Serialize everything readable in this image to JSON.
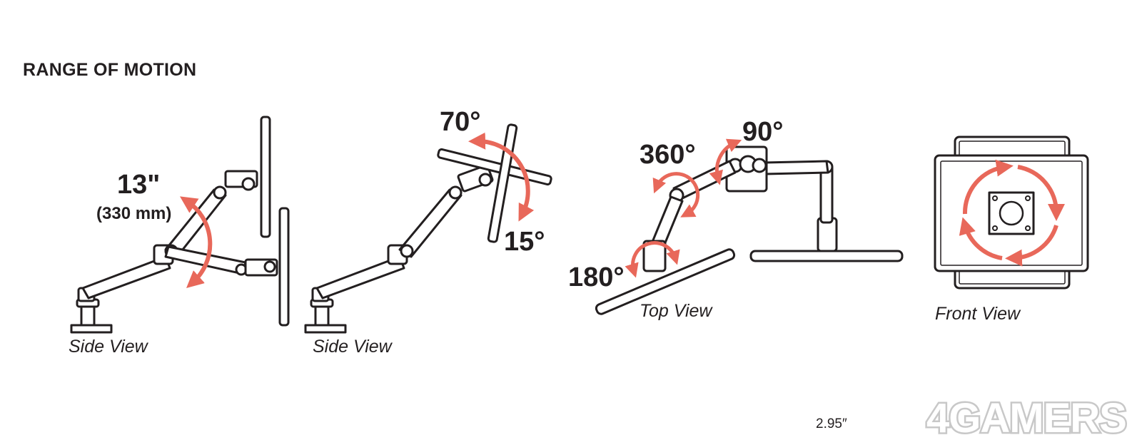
{
  "title": "RANGE OF MOTION",
  "views": {
    "side_1": {
      "caption": "Side View",
      "height_label": "13\"",
      "height_metric": "(330 mm)"
    },
    "side_2": {
      "caption": "Side View",
      "tilt_up": "70°",
      "tilt_down": "15°"
    },
    "top": {
      "caption": "Top View",
      "pan_base": "180°",
      "pan_arm": "360°",
      "pan_head": "90°"
    },
    "front": {
      "caption": "Front View"
    }
  },
  "dimension_label": "2.95″",
  "watermark": "4GAMERS",
  "colors": {
    "line": "#231f20",
    "arrow": "#e8685a",
    "watermark": "#c8c8c8"
  }
}
